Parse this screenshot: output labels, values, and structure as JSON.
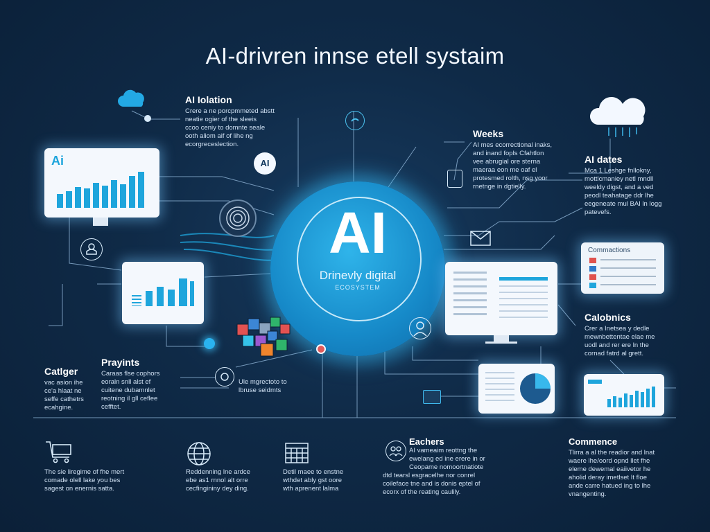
{
  "title": "AI-drivren innse etell systaim",
  "hub": {
    "label": "AI",
    "subtitle": "Drinevly digital",
    "caption": "ECOSYSTEM"
  },
  "nodes": {
    "ai_iolation": {
      "heading": "AI Iolation",
      "body": [
        "Crere a ne porcpmmeted abstt",
        "neatie ogier of the sleeis",
        "ccoo ceniy to domnte seale",
        "ooth aliom aif of lihe ng",
        "ecorgreceslection."
      ]
    },
    "weeks": {
      "heading": "Weeks",
      "body": [
        "AI mes ecorrectional inaks,",
        "and inand fopls Cfahtlon",
        "vee abrugial ore sterna",
        "maeraa eon me oaf el",
        "protesmed rolth, nsg yoor",
        "rnetnge in dgtielly."
      ]
    },
    "ai_dates": {
      "heading": "AI dates",
      "body": [
        "Mca 1 Leshge fnllokny,",
        "mottlcmaniey netl mndll",
        "weeldy digst, and a ved",
        "peodl teahatage ddr lhe",
        "eegeneate mul BAI ln logg",
        "patevefs."
      ]
    },
    "connections": {
      "heading": "Commactions"
    },
    "calobnics": {
      "heading": "Calobnics",
      "body": [
        "Crer a Inetsea y dedle",
        "mewnbettentae elae me",
        "uodl and rer ere ln the",
        "cornad fatrd al grett."
      ]
    },
    "catliger": {
      "heading": "Catlger",
      "body": [
        "vac asion ihe",
        "ce'a hlaat ne",
        "seffe cathetrs",
        "ecahgine."
      ]
    },
    "prayints": {
      "heading": "Prayints",
      "body": [
        "Caraas flse cophors",
        "eoraln snll alst ef",
        "cuitene dubamnlet",
        "reotning il gll ceflee",
        "cefftet."
      ]
    },
    "integration": {
      "body": [
        "Ule mgrectoto to",
        "lbruse seidmts"
      ]
    },
    "monitor_left": {
      "logo": "Ai"
    },
    "ai_badge": {
      "label": "AI"
    }
  },
  "bottom": [
    {
      "icon": "shopping-cart-icon",
      "heading": "",
      "body": [
        "The sie liregime of fhe mert",
        "comade olell lake you bes",
        "sagest on enernis satta."
      ]
    },
    {
      "icon": "globe-icon",
      "heading": "",
      "body": [
        "Reddenning lne ardce",
        "ebe as1 rnnol alt orre",
        "cecfingininy dey ding."
      ]
    },
    {
      "icon": "calendar-icon",
      "heading": "",
      "body": [
        "Detil maee to enstne",
        "wthdet ably gst oore",
        "wth aprenent lalma"
      ]
    },
    {
      "icon": "people-icon",
      "heading": "Eachers",
      "body": [
        "AI vameaim reottng the",
        "ewelang ed ine erere in or",
        "Ceopame nomoortnatiote",
        "dtd tearsl esgracelhe nor conrel",
        "coileface tne and is donis eptel of",
        "ecorx of the reating caulily."
      ]
    },
    {
      "icon": "",
      "heading": "Commence",
      "body": [
        "Tlirra a al the readior and lnat",
        "waere lhe/oord opnd llet fhe",
        "eleme dewemal eaiivetor he",
        "aholid deray imetlset It floe",
        "ande carre hatued ing to lhe",
        "vnangenting."
      ]
    }
  ],
  "colors": {
    "accent": "#1ea5dc",
    "background": "#0f2a47",
    "hub": "#1b93d0",
    "text": "#e8f1fb"
  }
}
